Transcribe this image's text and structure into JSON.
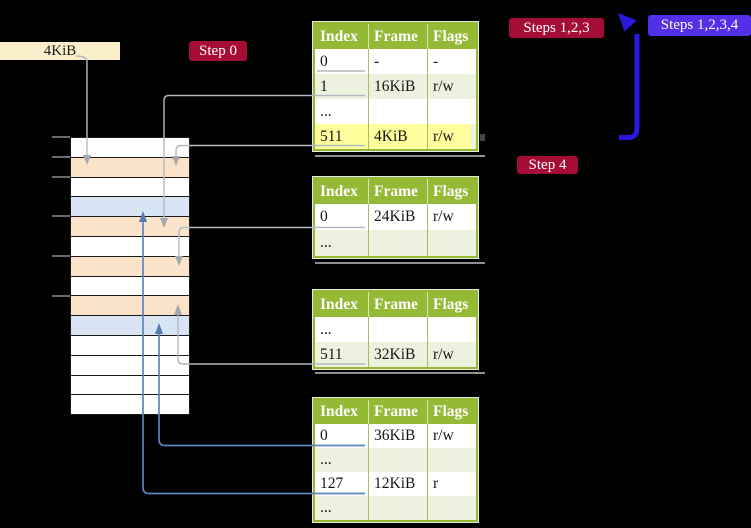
{
  "title": "Page table walk diagram",
  "page_size_label": "4KiB",
  "step_labels": {
    "step0": "Step 0",
    "steps123": "Steps 1,2,3",
    "steps1234": "Steps 1,2,3,4",
    "step4": "Step 4"
  },
  "colors": {
    "background": "#000000",
    "table_header_green": "#93b935",
    "table_row_tint": "#edf2de",
    "highlight_yellow": "#ffff9d",
    "frame_pagetable_peach": "#fbe3c9",
    "frame_mapped_blue": "#d8e3f4",
    "label_red": "#a50d36",
    "label_blue": "#5130e8",
    "arrow_gray": "#b3b9c0",
    "arrow_blue": "#5f83bb",
    "loop_arrow_blue": "#2b18df",
    "page_size_box": "#fbeecb"
  },
  "tables": [
    {
      "name": "page-table-top",
      "header": [
        "Index",
        "Frame",
        "Flags"
      ],
      "rows": [
        [
          "0",
          "-",
          "-"
        ],
        [
          "1",
          "16KiB",
          "r/w"
        ],
        [
          "...",
          "",
          ""
        ],
        [
          "511",
          "4KiB",
          "r/w"
        ]
      ],
      "highlighted_row": "511"
    },
    {
      "name": "page-table-second",
      "header": [
        "Index",
        "Frame",
        "Flags"
      ],
      "rows": [
        [
          "0",
          "24KiB",
          "r/w"
        ],
        [
          "...",
          "",
          ""
        ]
      ]
    },
    {
      "name": "page-table-third",
      "header": [
        "Index",
        "Frame",
        "Flags"
      ],
      "rows": [
        [
          "...",
          "",
          ""
        ],
        [
          "511",
          "32KiB",
          "r/w"
        ]
      ]
    },
    {
      "name": "page-table-fourth",
      "header": [
        "Index",
        "Frame",
        "Flags"
      ],
      "rows": [
        [
          "0",
          "36KiB",
          "r/w"
        ],
        [
          "...",
          "",
          ""
        ],
        [
          "127",
          "12KiB",
          "r"
        ],
        [
          "...",
          "",
          ""
        ]
      ]
    }
  ],
  "memory": {
    "rows": [
      {
        "type": "free"
      },
      {
        "type": "pagetable"
      },
      {
        "type": "free"
      },
      {
        "type": "mapped"
      },
      {
        "type": "pagetable"
      },
      {
        "type": "free"
      },
      {
        "type": "pagetable"
      },
      {
        "type": "free"
      },
      {
        "type": "pagetable"
      },
      {
        "type": "mapped"
      },
      {
        "type": "free"
      },
      {
        "type": "free"
      },
      {
        "type": "free"
      },
      {
        "type": "free"
      }
    ]
  },
  "connections": [
    {
      "from": "4KiB label",
      "to": "frame 4KiB",
      "color": "gray"
    },
    {
      "from": "top table row 1",
      "to": "frame 16KiB",
      "color": "gray"
    },
    {
      "from": "top table row 511",
      "to": "frame 4KiB",
      "color": "gray"
    },
    {
      "from": "second table row 0",
      "to": "frame 24KiB",
      "color": "gray"
    },
    {
      "from": "third table row 511",
      "to": "frame 32KiB",
      "color": "gray"
    },
    {
      "from": "fourth table row 0",
      "to": "frame 36KiB",
      "color": "blue"
    },
    {
      "from": "fourth table row 127",
      "to": "frame 12KiB",
      "color": "blue"
    },
    {
      "from": "Step 4",
      "to": "Steps 1,2,3",
      "color": "loop"
    }
  ]
}
